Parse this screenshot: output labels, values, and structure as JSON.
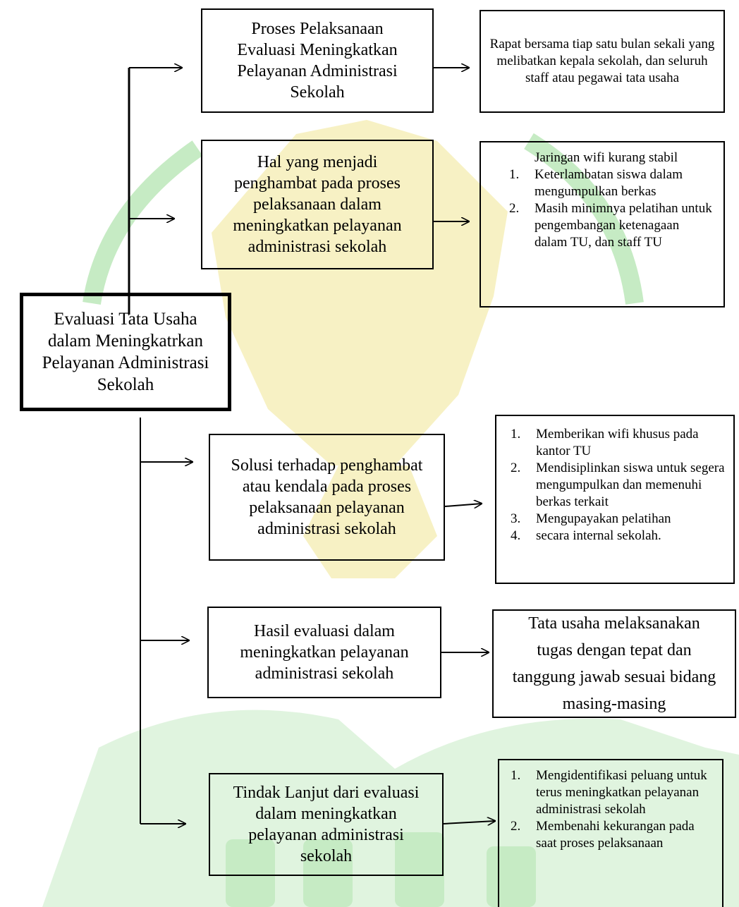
{
  "root": {
    "label": "Evaluasi Tata Usaha dalam Meningkatrkan Pelayanan Administrasi Sekolah"
  },
  "branches": [
    {
      "label": "Proses Pelaksanaan Evaluasi Meningkatkan Pelayanan Administrasi Sekolah",
      "detail": "Rapat bersama tiap satu bulan sekali yang melibatkan kepala sekolah, dan seluruh staff atau pegawai tata usaha"
    },
    {
      "label": "Hal yang menjadi penghambat pada proses pelaksanaan dalam meningkatkan pelayanan administrasi sekolah",
      "detail_lead": "Jaringan wifi kurang stabil",
      "detail_items": [
        {
          "num": "1.",
          "text": "Keterlambatan siswa dalam mengumpulkan berkas"
        },
        {
          "num": "2.",
          "text": "Masih minimnya pelatihan untuk pengembangan ketenagaan dalam TU, dan staff TU"
        }
      ]
    },
    {
      "label": "Solusi terhadap penghambat atau kendala pada proses pelaksanaan pelayanan administrasi sekolah",
      "detail_items": [
        {
          "num": "1.",
          "text": "Memberikan wifi khusus pada kantor TU"
        },
        {
          "num": "2.",
          "text": "Mendisiplinkan siswa untuk segera mengumpulkan dan memenuhi berkas terkait"
        },
        {
          "num": "3.",
          "text": "Mengupayakan  pelatihan"
        },
        {
          "num": "4.",
          "text": "secara internal sekolah."
        }
      ]
    },
    {
      "label": "Hasil evaluasi dalam meningkatkan pelayanan administrasi sekolah",
      "detail": "Tata usaha melaksanakan tugas dengan tepat dan tanggung jawab sesuai bidang masing-masing"
    },
    {
      "label": "Tindak Lanjut dari evaluasi dalam meningkatkan pelayanan administrasi sekolah",
      "detail_items": [
        {
          "num": "1.",
          "text": "Mengidentifikasi peluang untuk terus meningkatkan pelayanan administrasi sekolah"
        },
        {
          "num": "2.",
          "text": "Membenahi kekurangan pada saat proses pelaksanaan"
        }
      ]
    }
  ],
  "colors": {
    "watermark_yellow": "#f7f1c4",
    "watermark_green": "#c6ebc4",
    "line": "#000000"
  }
}
